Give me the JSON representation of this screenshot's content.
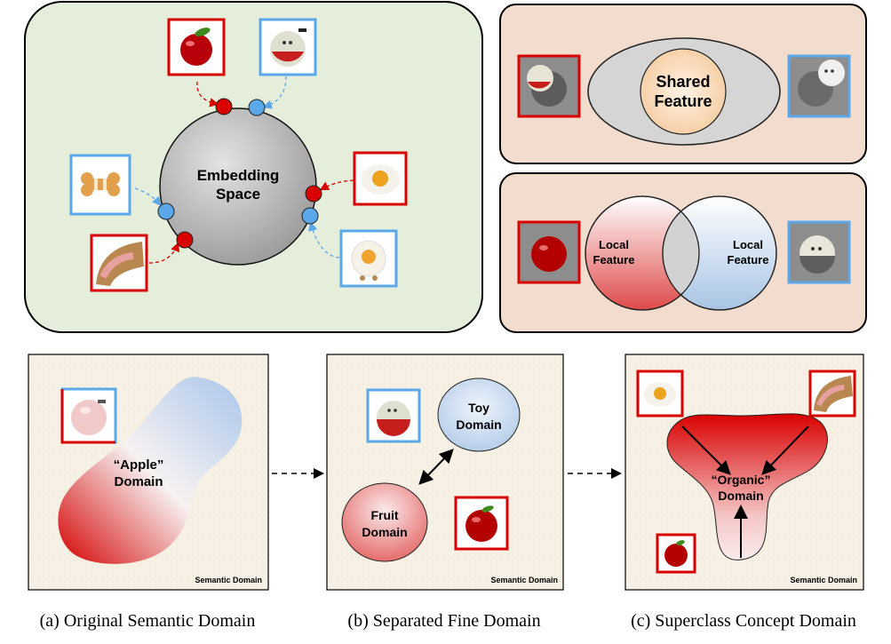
{
  "top_left": {
    "center_label_line1": "Embedding",
    "center_label_line2": "Space",
    "red_color": "#d80000",
    "blue_color": "#5aa8ea",
    "images": [
      "red-apple-photo",
      "apple-toy-photo",
      "bone-toy-photo",
      "pizza-crust-photo",
      "fried-egg-photo",
      "egg-plush-photo"
    ]
  },
  "top_right_upper": {
    "shared_line1": "Shared",
    "shared_line2": "Feature"
  },
  "top_right_lower": {
    "local_left_line1": "Local",
    "local_left_line2": "Feature",
    "local_right_line1": "Local",
    "local_right_line2": "Feature"
  },
  "panel_a": {
    "domain_line1": "“Apple”",
    "domain_line2": "Domain",
    "corner_label": "Semantic Domain",
    "caption": "(a) Original Semantic Domain"
  },
  "panel_b": {
    "toy_line1": "Toy",
    "toy_line2": "Domain",
    "fruit_line1": "Fruit",
    "fruit_line2": "Domain",
    "corner_label": "Semantic Domain",
    "caption": "(b) Separated Fine Domain"
  },
  "panel_c": {
    "domain_line1": "“Organic”",
    "domain_line2": "Domain",
    "corner_label": "Semantic Domain",
    "caption": "(c) Superclass Concept Domain"
  }
}
